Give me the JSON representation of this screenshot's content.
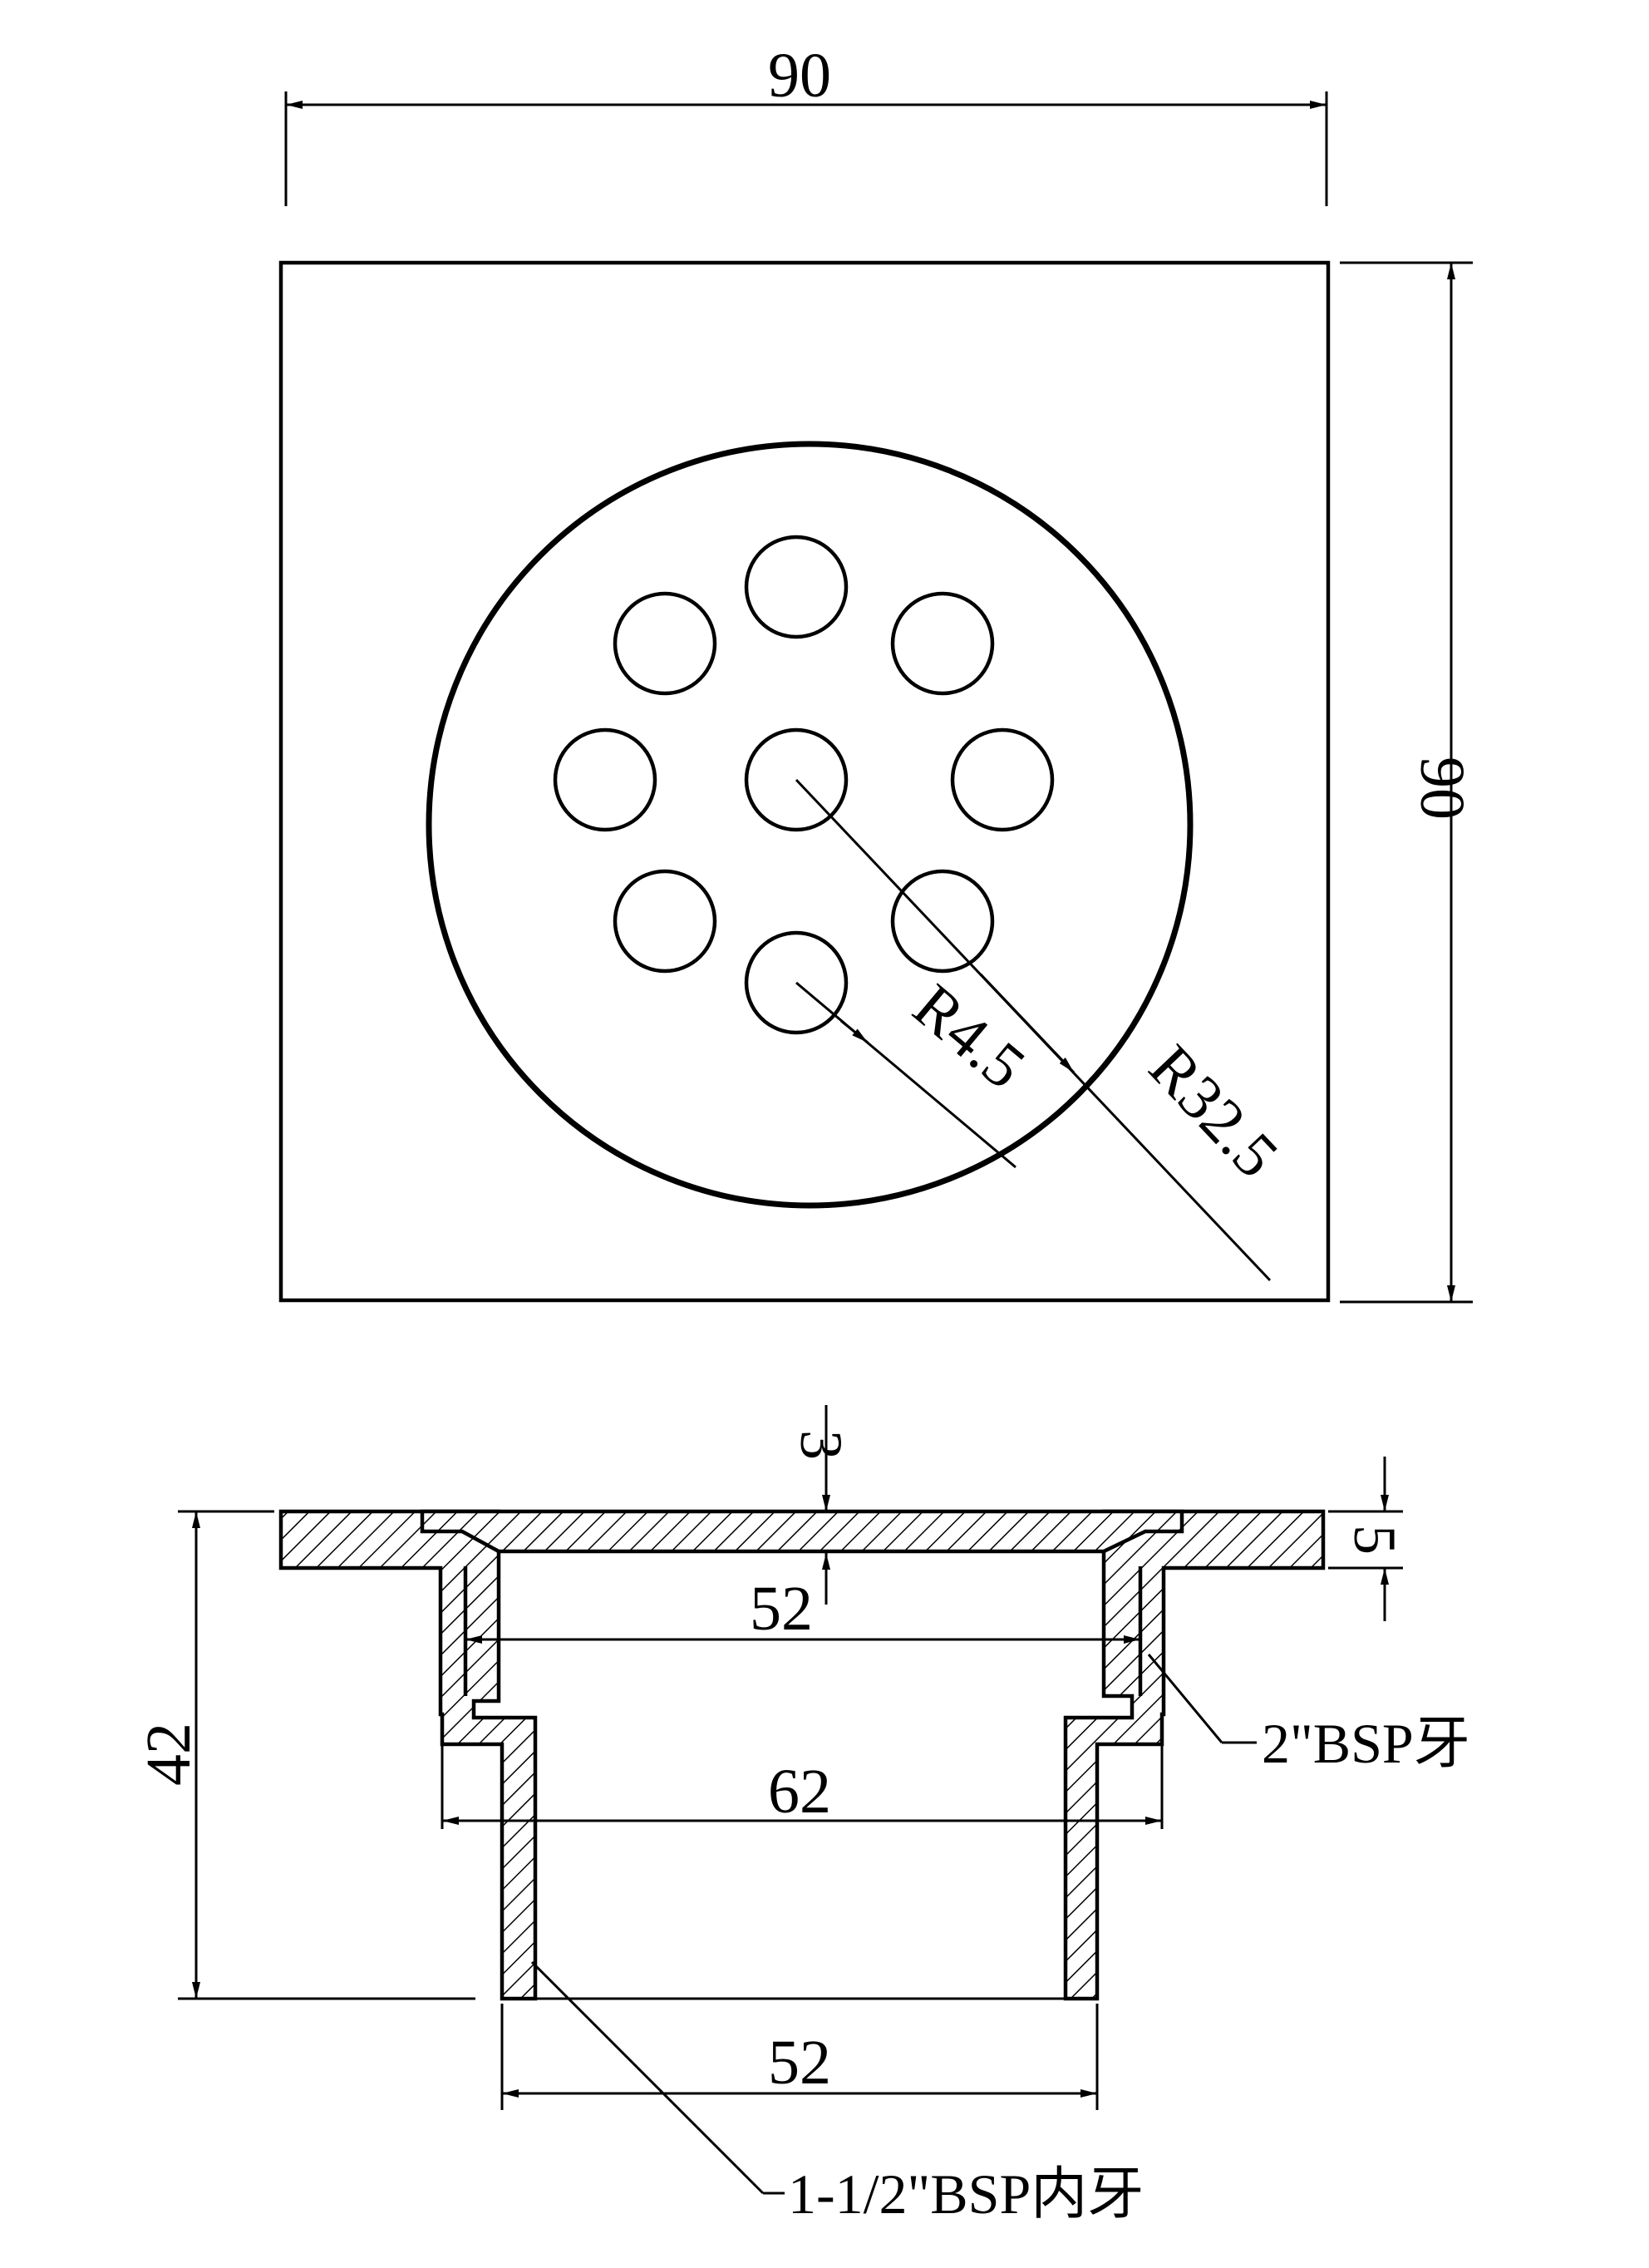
{
  "top_view": {
    "dim_width": "90",
    "dim_height": "90",
    "dim_outer_radius": "R32.5",
    "dim_hole_radius": "R4.5"
  },
  "section_view": {
    "dim_top_thickness": "3",
    "dim_flange_thickness": "5",
    "dim_total_height": "42",
    "dim_upper_inner": "52",
    "dim_middle": "62",
    "dim_bottom": "52",
    "callout_outer_thread": "2\"BSP牙",
    "callout_inner_thread": "1-1/2\"BSP内牙"
  },
  "colors": {
    "line": "#000000",
    "background": "#ffffff"
  }
}
